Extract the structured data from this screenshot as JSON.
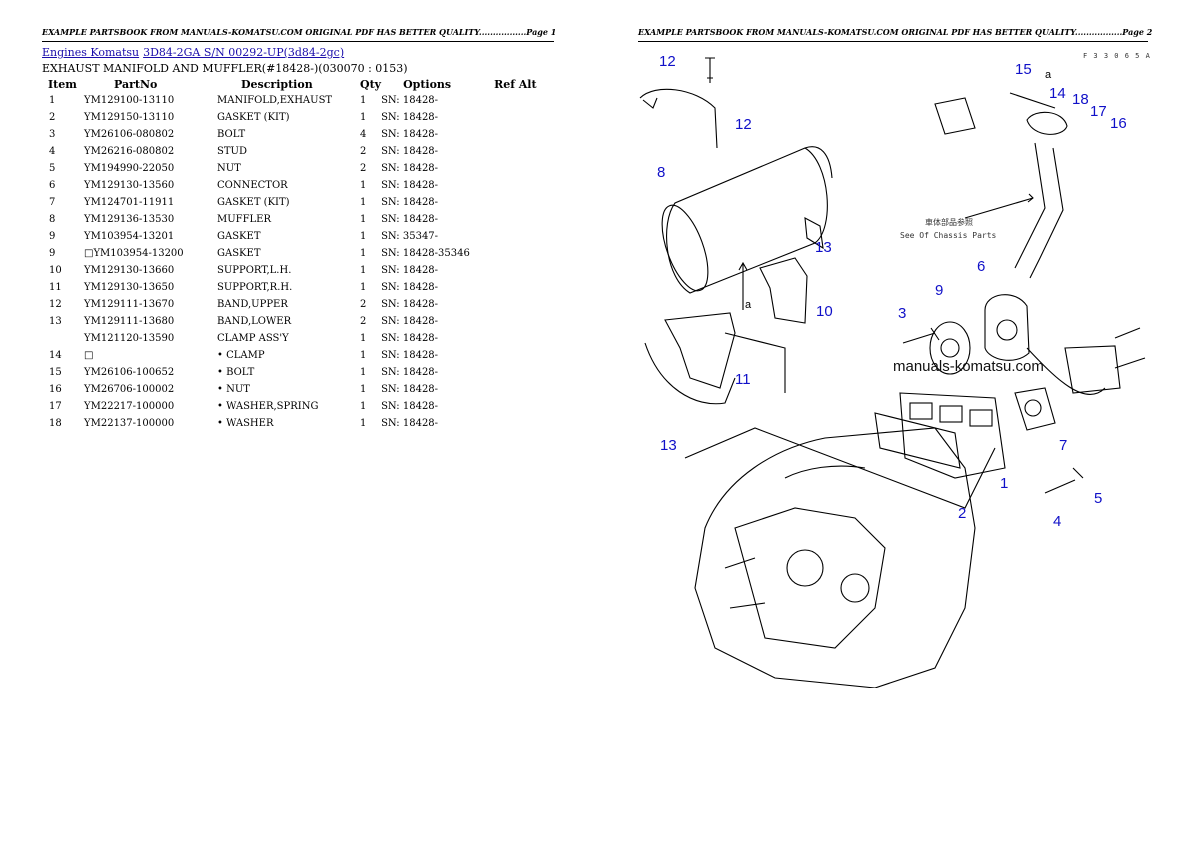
{
  "pages": [
    {
      "banner": "EXAMPLE PARTSBOOK FROM MANUALS-KOMATSU.COM ORIGINAL PDF HAS BETTER QUALITY.................Page 1"
    },
    {
      "banner": "EXAMPLE PARTSBOOK FROM MANUALS-KOMATSU.COM ORIGINAL PDF HAS BETTER QUALITY.................Page 2"
    }
  ],
  "breadcrumb": {
    "link1": "Engines Komatsu",
    "link2": "3D84-2GA S/N 00292-UP(3d84-2gc)"
  },
  "section_title": "EXHAUST MANIFOLD AND MUFFLER(#18428-)(030070 : 0153)",
  "table": {
    "headers": {
      "item": "Item",
      "part": "PartNo",
      "desc": "Description",
      "qty": "Qty",
      "options": "Options",
      "ref": "Ref Alt"
    },
    "rows": [
      {
        "item": "1",
        "part": "YM129100-13110",
        "desc": "MANIFOLD,EXHAUST",
        "qty": "1",
        "options": "SN: 18428-",
        "ref": ""
      },
      {
        "item": "2",
        "part": "YM129150-13110",
        "desc": "GASKET (KIT)",
        "qty": "1",
        "options": "SN: 18428-",
        "ref": ""
      },
      {
        "item": "3",
        "part": "YM26106-080802",
        "desc": "BOLT",
        "qty": "4",
        "options": "SN: 18428-",
        "ref": ""
      },
      {
        "item": "4",
        "part": "YM26216-080802",
        "desc": "STUD",
        "qty": "2",
        "options": "SN: 18428-",
        "ref": ""
      },
      {
        "item": "5",
        "part": "YM194990-22050",
        "desc": "NUT",
        "qty": "2",
        "options": "SN: 18428-",
        "ref": ""
      },
      {
        "item": "6",
        "part": "YM129130-13560",
        "desc": "CONNECTOR",
        "qty": "1",
        "options": "SN: 18428-",
        "ref": ""
      },
      {
        "item": "7",
        "part": "YM124701-11911",
        "desc": "GASKET (KIT)",
        "qty": "1",
        "options": "SN: 18428-",
        "ref": ""
      },
      {
        "item": "8",
        "part": "YM129136-13530",
        "desc": "MUFFLER",
        "qty": "1",
        "options": "SN: 18428-",
        "ref": ""
      },
      {
        "item": "9",
        "part": "YM103954-13201",
        "desc": "GASKET",
        "qty": "1",
        "options": "SN: 35347-",
        "ref": ""
      },
      {
        "item": "9",
        "part": "□YM103954-13200",
        "desc": "GASKET",
        "qty": "1",
        "options": "SN: 18428-35346",
        "ref": ""
      },
      {
        "item": "10",
        "part": "YM129130-13660",
        "desc": "SUPPORT,L.H.",
        "qty": "1",
        "options": "SN: 18428-",
        "ref": ""
      },
      {
        "item": "11",
        "part": "YM129130-13650",
        "desc": "SUPPORT,R.H.",
        "qty": "1",
        "options": "SN: 18428-",
        "ref": ""
      },
      {
        "item": "12",
        "part": "YM129111-13670",
        "desc": "BAND,UPPER",
        "qty": "2",
        "options": "SN: 18428-",
        "ref": ""
      },
      {
        "item": "13",
        "part": "YM129111-13680",
        "desc": "BAND,LOWER",
        "qty": "2",
        "options": "SN: 18428-",
        "ref": ""
      },
      {
        "item": "",
        "part": "YM121120-13590",
        "desc": "CLAMP ASS'Y",
        "qty": "1",
        "options": "SN: 18428-",
        "ref": ""
      },
      {
        "item": "14",
        "part": "□",
        "desc": "• CLAMP",
        "qty": "1",
        "options": "SN: 18428-",
        "ref": ""
      },
      {
        "item": "15",
        "part": "YM26106-100652",
        "desc": "• BOLT",
        "qty": "1",
        "options": "SN: 18428-",
        "ref": ""
      },
      {
        "item": "16",
        "part": "YM26706-100002",
        "desc": "• NUT",
        "qty": "1",
        "options": "SN: 18428-",
        "ref": ""
      },
      {
        "item": "17",
        "part": "YM22217-100000",
        "desc": "• WASHER,SPRING",
        "qty": "1",
        "options": "SN: 18428-",
        "ref": ""
      },
      {
        "item": "18",
        "part": "YM22137-100000",
        "desc": "• WASHER",
        "qty": "1",
        "options": "SN: 18428-",
        "ref": ""
      }
    ]
  },
  "diagram": {
    "code": "F 3 3 0 6 5 A",
    "note_jp": "車体部品参照",
    "note_en": "See Of Chassis Parts",
    "arrow_label": "a",
    "watermark": "manuals-komatsu.com",
    "callouts": [
      "1",
      "2",
      "3",
      "4",
      "5",
      "6",
      "7",
      "8",
      "9",
      "10",
      "11",
      "12",
      "12",
      "13",
      "13",
      "14",
      "15",
      "16",
      "17",
      "18"
    ]
  },
  "colors": {
    "callout": "#1010c8",
    "link": "#1a0dab"
  }
}
